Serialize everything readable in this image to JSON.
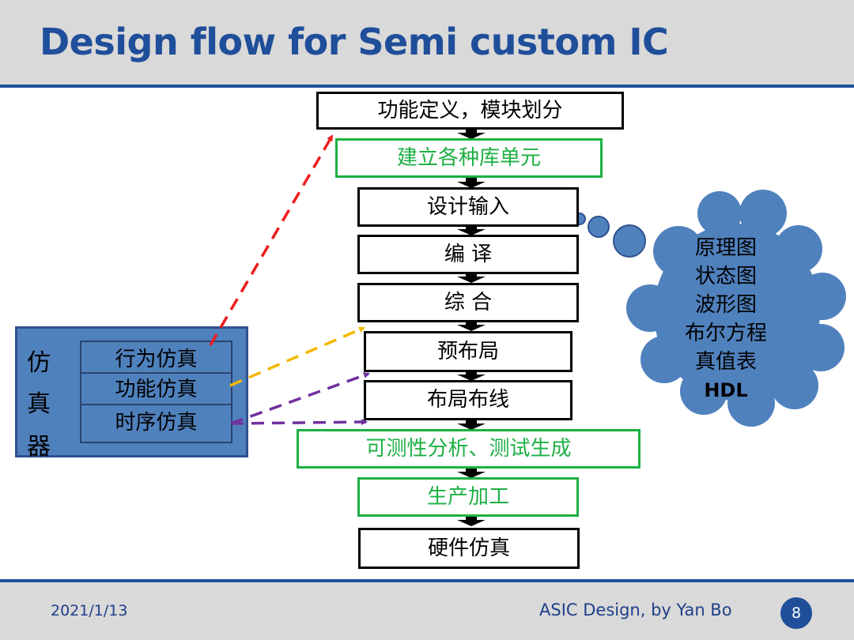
{
  "header": {
    "title": "Design flow for Semi custom IC"
  },
  "flow": {
    "steps": [
      {
        "label": "功能定义，模块划分",
        "style": "black"
      },
      {
        "label": "建立各种库单元",
        "style": "green"
      },
      {
        "label": "设计输入",
        "style": "black"
      },
      {
        "label": "编 译",
        "style": "black"
      },
      {
        "label": "综 合",
        "style": "black"
      },
      {
        "label": "预布局",
        "style": "black"
      },
      {
        "label": "布局布线",
        "style": "black"
      },
      {
        "label": "可测性分析、测试生成",
        "style": "green"
      },
      {
        "label": "生产加工",
        "style": "green"
      },
      {
        "label": "硬件仿真",
        "style": "black"
      }
    ]
  },
  "simulator": {
    "label_chars": [
      "仿",
      "真",
      "器"
    ],
    "items": [
      "行为仿真",
      "功能仿真",
      "时序仿真"
    ]
  },
  "design_input_bubble": {
    "items": [
      "原理图",
      "状态图",
      "波形图",
      "布尔方程",
      "真值表",
      "HDL"
    ]
  },
  "colors": {
    "title": "#1f4e9a",
    "accent_bar": "#1f4e9a",
    "green_box": "#1db044",
    "panel_fill": "#4f81bd",
    "arrow_red": "#ee1c1c",
    "arrow_yellow": "#f5b800",
    "arrow_purple": "#7030a0"
  },
  "footer": {
    "date": "2021/1/13",
    "credit": "ASIC Design, by Yan Bo",
    "page": "8"
  }
}
